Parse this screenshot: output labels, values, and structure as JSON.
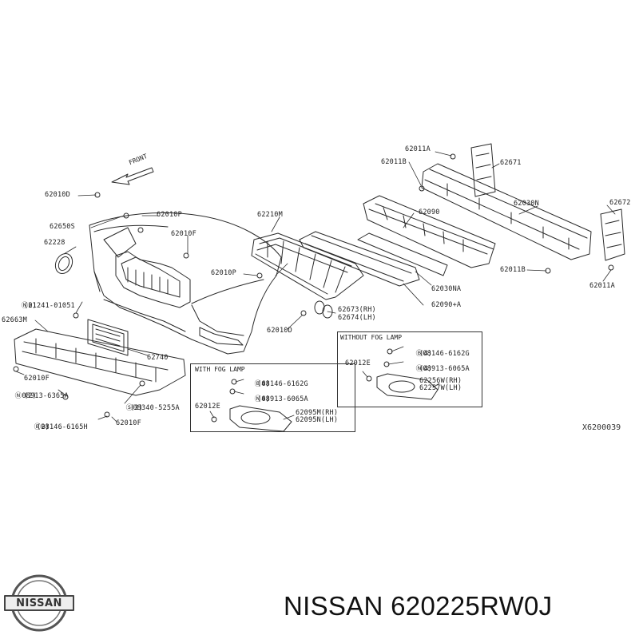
{
  "labels": {
    "p62011A_top": "62011A",
    "p62011B_top": "62011B",
    "p62671": "62671",
    "p62672": "62672",
    "p62030N": "62030N",
    "p62090": "62090",
    "p62210M": "62210M",
    "p62010P_a": "62010P",
    "p62010F_a": "62010F",
    "p62010D_a": "62010D",
    "p62650S": "62650S",
    "p62228": "62228",
    "p62010P_b": "62010P",
    "p62011B_bot": "62011B",
    "p62011A_bot": "62011A",
    "p62030NA": "62030NA",
    "p62090A": "62090+A",
    "p62673": "62673(RH)",
    "p62674": "62674(LH)",
    "p62010D_b": "62010D",
    "p01241": "01241-01051",
    "p01241q": "(2)",
    "p62663M": "62663M",
    "p62740": "62740",
    "p62010F_b": "62010F",
    "p08913a": "08913-6365A",
    "p08913aq": "(2)",
    "p08340": "08340-5255A",
    "p08340q": "(2)",
    "p08146a": "08146-6165H",
    "p08146aq": "(2)",
    "p62010F_c": "62010F",
    "fog_box_title": "WITH FOG LAMP",
    "fog_08146": "08146-6162G",
    "fog_08146q": "(4)",
    "fog_08913": "08913-6065A",
    "fog_08913q": "(4)",
    "fog_62012E": "62012E",
    "fog_62095M": "62095M(RH)",
    "fog_62095N": "62095N(LH)",
    "nofog_box_title": "WITHOUT FOG LAMP",
    "nofog_08146": "08146-6162G",
    "nofog_08146q": "(4)",
    "nofog_08913": "08913-6065A",
    "nofog_08913q": "(4)",
    "nofog_62012E": "62012E",
    "nofog_62256W": "62256W(RH)",
    "nofog_62257W": "62257W(LH)"
  },
  "front_label": "FRONT",
  "diagram_ref": "X6200039",
  "brand_logo_text": "NISSAN",
  "caption": "NISSAN 620225RW0J"
}
